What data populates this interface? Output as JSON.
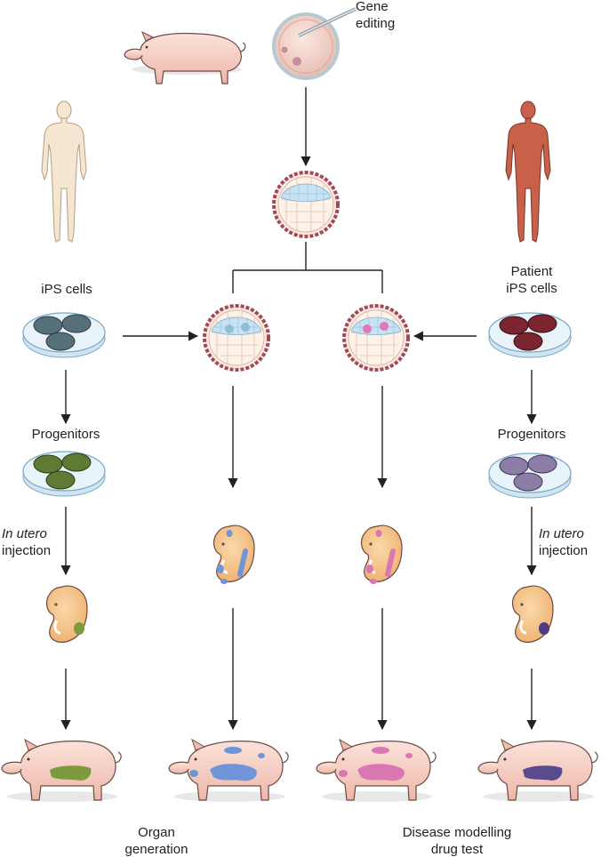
{
  "labels": {
    "gene_editing_1": "Gene",
    "gene_editing_2": "editing",
    "ips_cells": "iPS cells",
    "patient_1": "Patient",
    "patient_2": "iPS cells",
    "progenitors_left": "Progenitors",
    "progenitors_right": "Progenitors",
    "in_utero_left": "In utero",
    "injection_left": "injection",
    "in_utero_right": "In utero",
    "injection_right": "injection",
    "organ_1": "Organ",
    "organ_2": "generation",
    "disease_1": "Disease modelling",
    "disease_2": "drug test"
  },
  "colors": {
    "pig": "#f6cfc5",
    "human": "#f3e3cf",
    "patient": "#c9604a",
    "embryo": "#f6c890",
    "dish": "#cfe6f2",
    "blastocyst_rim": "#a34a58",
    "blue_cells": "#6f95d8",
    "pink_cells": "#d877b2",
    "green_cells": "#7d9a3c",
    "patient_cells": "#7a2530",
    "purple_cells": "#6a5c9c"
  }
}
